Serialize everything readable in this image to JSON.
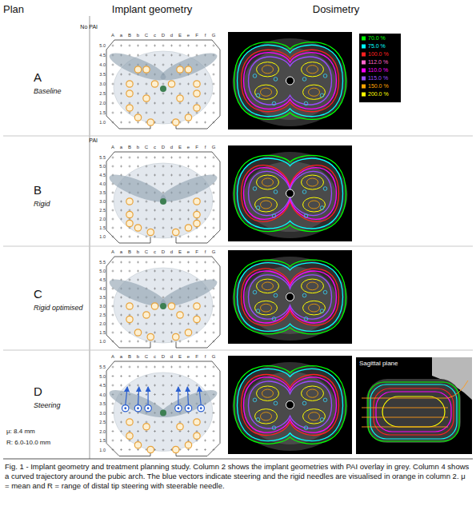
{
  "diagram": {
    "caption": "Fig. 1 - Implant geometry and treatment planning study. Column 2 shows the implant geometries with PAI overlay in grey. Column 4 shows a curved trajectory around the pubic arch. The blue vectors indicate steering and the rigid needles are visualised in orange in column 2. μ = mean and R = range of distal tip steering with steerable needle.",
    "nodes": [
      {
        "text": [
          "Sagittal plane"
        ]
      }
    ],
    "labels": [
      "Plan",
      "Implant geometry",
      "Dosimetry",
      "No PAI",
      "A",
      "Baseline",
      "PAI",
      "B",
      "Rigid",
      "C",
      "Rigid optimised",
      "D",
      "Steering",
      "μ: 8.4 mm",
      "R: 6.0-10.0 mm",
      "A",
      "a",
      "B",
      "b",
      "C",
      "c",
      "D",
      "d",
      "E",
      "e",
      "F",
      "f",
      "G",
      "5.0",
      "4.5",
      "4.0",
      "3.5",
      "3.0",
      "2.5",
      "2.0",
      "1.5",
      "1.0",
      "A",
      "a",
      "B",
      "b",
      "C",
      "c",
      "D",
      "d",
      "E",
      "e",
      "F",
      "f",
      "G",
      "5.5",
      "5.0",
      "4.5",
      "4.0",
      "3.5",
      "3.0",
      "2.5",
      "2.0",
      "1.5",
      "1.0",
      "A",
      "a",
      "B",
      "b",
      "C",
      "c",
      "D",
      "d",
      "E",
      "e",
      "F",
      "f",
      "G",
      "5.5",
      "5.0",
      "4.5",
      "4.0",
      "3.5",
      "3.0",
      "2.5",
      "2.0",
      "1.5",
      "1.0",
      "A",
      "a",
      "B",
      "b",
      "C",
      "c",
      "D",
      "d",
      "E",
      "e",
      "F",
      "f",
      "G",
      "5.5",
      "5.0",
      "4.5",
      "4.0",
      "3.5",
      "3.0",
      "2.5",
      "2.0",
      "1.5",
      "1.0"
    ],
    "legend": [
      {
        "text": "70.0 %",
        "color": "#00ff00"
      },
      {
        "text": "75.0 %",
        "color": "#00ffff"
      },
      {
        "text": "100.0 %",
        "color": "#ff2020"
      },
      {
        "text": "112.0 %",
        "color": "#ff66cc"
      },
      {
        "text": "110.0 %",
        "color": "#ff00ff"
      },
      {
        "text": "115.0 %",
        "color": "#9a4dff"
      },
      {
        "text": "150.0 %",
        "color": "#ffa500"
      },
      {
        "text": "200.0 %",
        "color": "#ffff00"
      }
    ]
  }
}
